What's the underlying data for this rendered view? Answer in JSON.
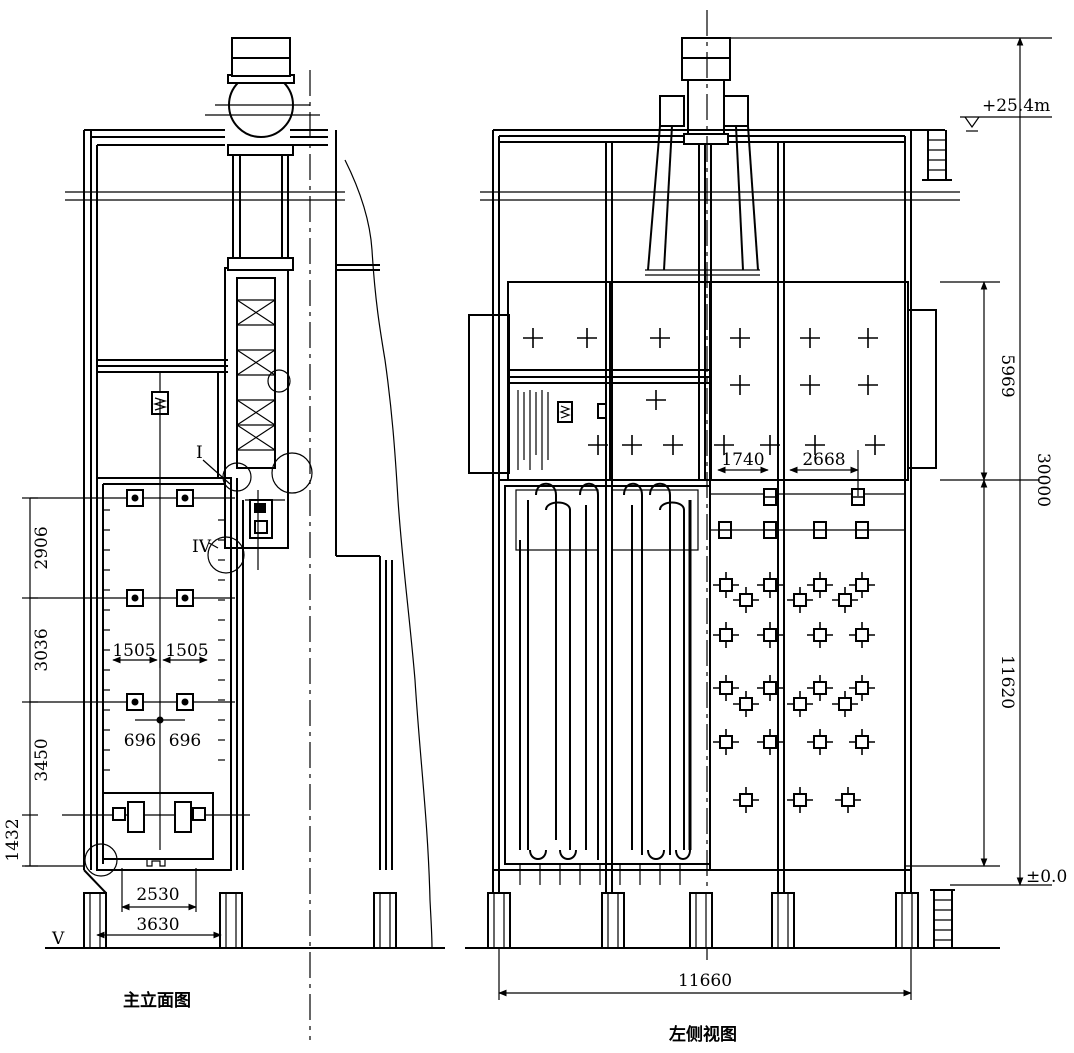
{
  "views": {
    "front": {
      "caption": "主立面图"
    },
    "side": {
      "caption": "左侧视图"
    }
  },
  "front_dimensions": {
    "vertical": [
      "2906",
      "3036",
      "3450",
      "1432"
    ],
    "horizontal": [
      "1505",
      "1505",
      "696",
      "696",
      "2530",
      "3630"
    ]
  },
  "side_dimensions": {
    "vertical": [
      "5969",
      "11620",
      "30000"
    ],
    "horizontal": [
      "1740",
      "2668",
      "11660"
    ]
  },
  "elevations": {
    "top": "+25.4m",
    "ground": "±0.0"
  },
  "detail_labels": {
    "detail_1": "I",
    "detail_4": "IV",
    "detail_5": "V"
  }
}
